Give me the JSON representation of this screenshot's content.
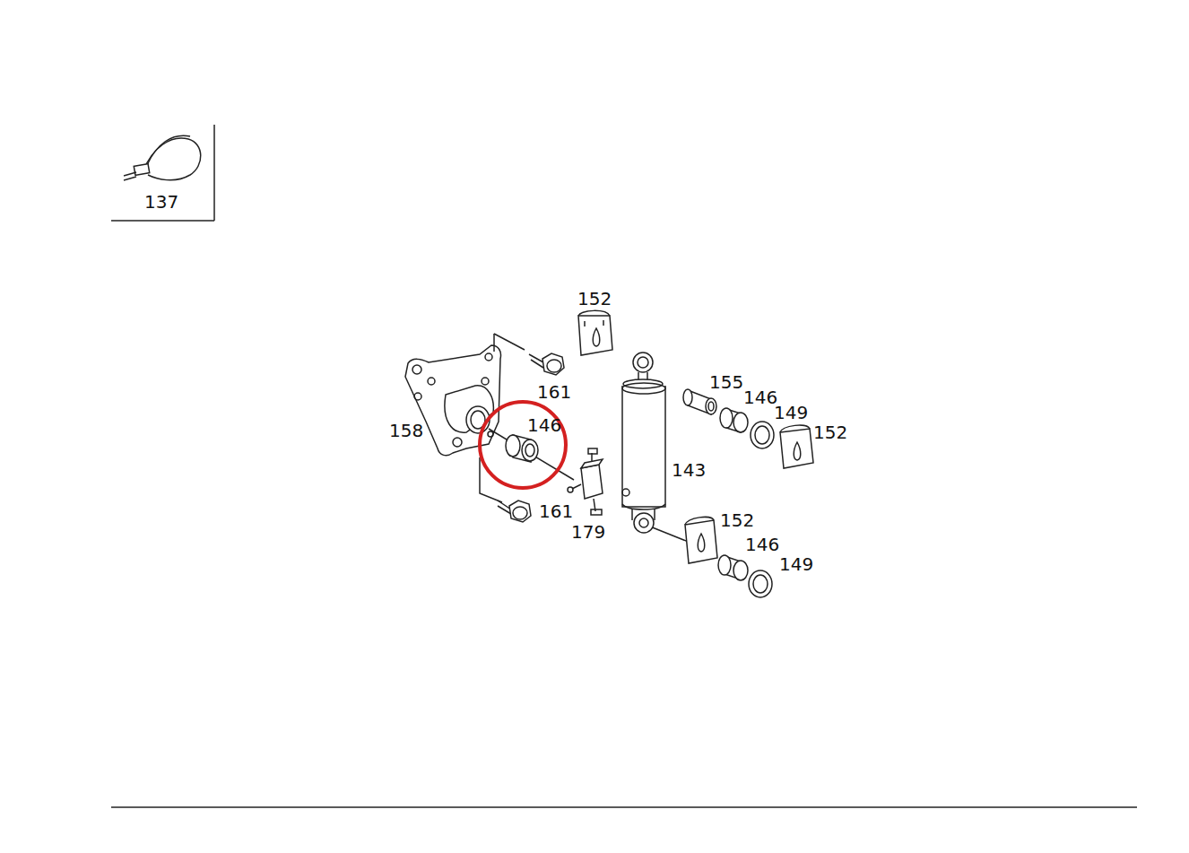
{
  "diagram": {
    "labels": [
      "137",
      "152",
      "161",
      "155",
      "146",
      "149",
      "158",
      "146",
      "152",
      "143",
      "161",
      "152",
      "179",
      "146",
      "149"
    ]
  }
}
